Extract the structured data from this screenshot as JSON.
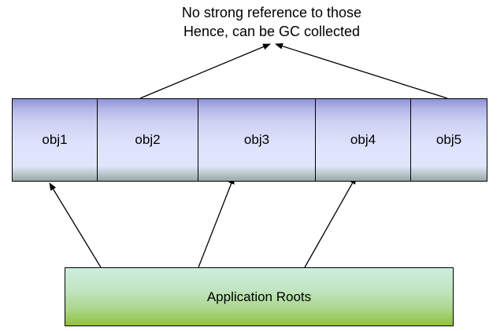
{
  "note": {
    "line1": "No strong reference to those",
    "line2": "Hence, can be GC collected"
  },
  "objects": [
    "obj1",
    "obj2",
    "obj3",
    "obj4",
    "obj5"
  ],
  "roots": {
    "label": "Application Roots"
  },
  "colors": {
    "arrow": "#000000",
    "object_fill_top": "#8f92d4",
    "object_fill_mid": "#dde3fb",
    "roots_fill_top": "#cdeedd",
    "roots_fill_bottom": "#8fc23a"
  }
}
